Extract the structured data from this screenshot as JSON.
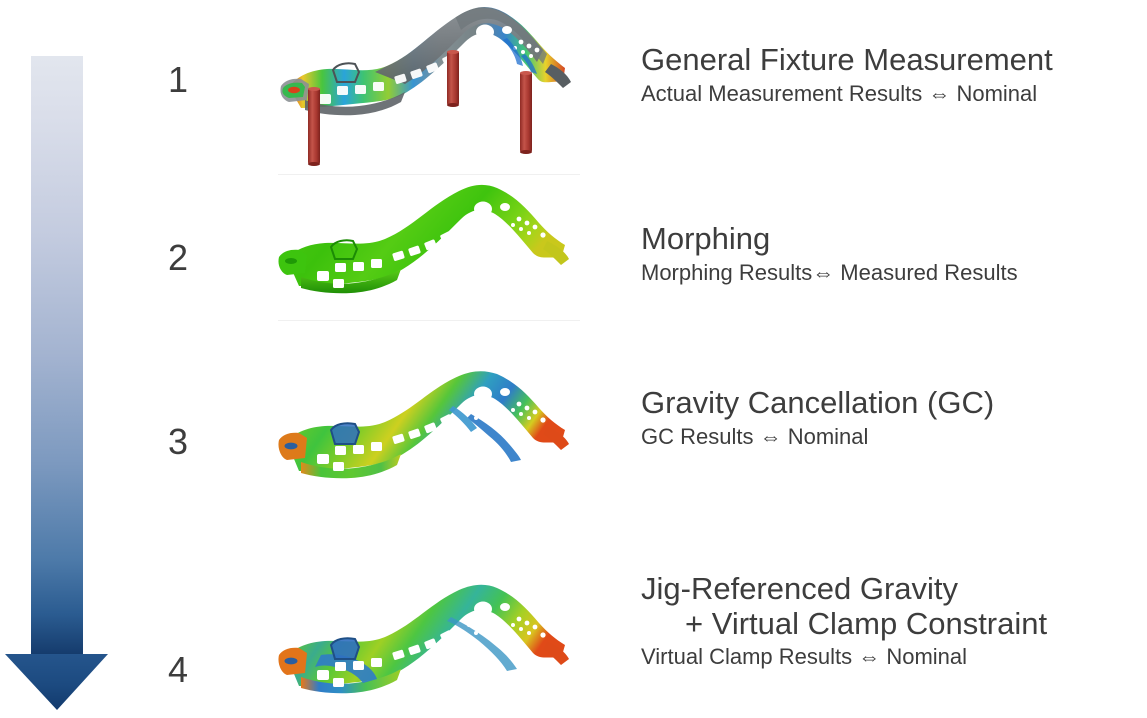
{
  "slide": {
    "background_color": "#ffffff",
    "text_color": "#3d3d3d"
  },
  "arrow": {
    "name": "downward-process-arrow",
    "direction": "down",
    "gradient_start_color": "#dfe3ec",
    "gradient_end_color": "#1b4275"
  },
  "steps": [
    {
      "number": "1",
      "title": "General Fixture Measurement",
      "subtitle": "Actual Measurement Results ⇔ Nominal",
      "figure": {
        "name": "fem-deviation-model-fixture",
        "caption_colors": [
          "#9a9a9a",
          "#1f6fd0",
          "#25c24a",
          "#e8e020",
          "#e03a20"
        ],
        "fixture_posts": 3,
        "fixture_post_color": "#b93c35"
      }
    },
    {
      "number": "2",
      "title": "Morphing",
      "subtitle": "Morphing Results⇔ Measured Results",
      "figure": {
        "name": "fem-deviation-model-morphing",
        "caption_colors": [
          "#39c40a",
          "#7ed81a",
          "#2aa808"
        ],
        "fixture_posts": 0,
        "fixture_post_color": "#b93c35"
      }
    },
    {
      "number": "3",
      "title": "Gravity Cancellation (GC)",
      "subtitle": "GC Results ⇔ Nominal",
      "figure": {
        "name": "fem-deviation-model-gravity-cancellation",
        "caption_colors": [
          "#e07a20",
          "#d8d820",
          "#49c83a",
          "#2f7fd0"
        ],
        "fixture_posts": 0,
        "fixture_post_color": "#b93c35"
      }
    },
    {
      "number": "4",
      "title_line1": "Jig-Referenced Gravity",
      "title_line2": "+ Virtual Clamp Constraint",
      "subtitle": "Virtual Clamp Results ⇔ Nominal",
      "figure": {
        "name": "fem-deviation-model-virtual-clamp",
        "caption_colors": [
          "#e86a20",
          "#d8d820",
          "#49c83a",
          "#2f7fd0"
        ],
        "fixture_posts": 0,
        "fixture_post_color": "#b93c35"
      }
    }
  ]
}
